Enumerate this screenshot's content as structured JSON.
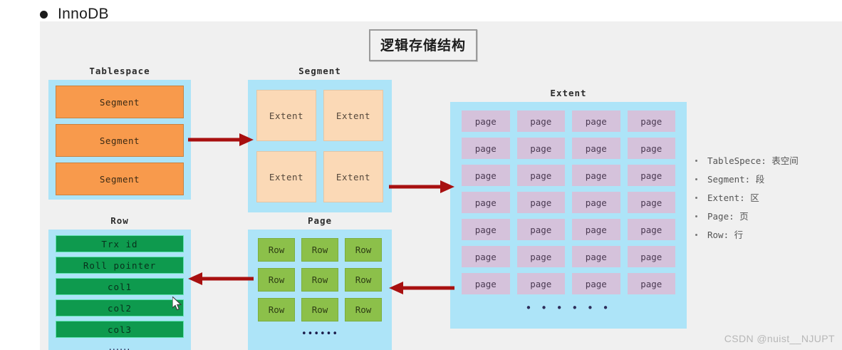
{
  "heading": {
    "bullet_icon": "bullet-dot-icon",
    "text": "InnoDB"
  },
  "diagram": {
    "title": "逻辑存储结构",
    "groups": {
      "tablespace": {
        "caption": "Tablespace",
        "items": [
          "Segment",
          "Segment",
          "Segment"
        ]
      },
      "segment": {
        "caption": "Segment",
        "items": [
          "Extent",
          "Extent",
          "Extent",
          "Extent"
        ]
      },
      "extent": {
        "caption": "Extent",
        "items": [
          "page",
          "page",
          "page",
          "page",
          "page",
          "page",
          "page",
          "page",
          "page",
          "page",
          "page",
          "page",
          "page",
          "page",
          "page",
          "page",
          "page",
          "page",
          "page",
          "page",
          "page",
          "page",
          "page",
          "page",
          "page",
          "page",
          "page",
          "page"
        ],
        "ellipsis": "• • • • • •"
      },
      "page": {
        "caption": "Page",
        "items": [
          "Row",
          "Row",
          "Row",
          "Row",
          "Row",
          "Row",
          "Row",
          "Row",
          "Row"
        ],
        "ellipsis": "••••••"
      },
      "row": {
        "caption": "Row",
        "items": [
          "Trx id",
          "Roll pointer",
          "col1",
          "col2",
          "col3"
        ],
        "ellipsis": "......"
      }
    },
    "arrows": [
      {
        "name": "arrow-tablespace-to-segment",
        "direction": "right"
      },
      {
        "name": "arrow-segment-to-extent",
        "direction": "right"
      },
      {
        "name": "arrow-extent-to-page",
        "direction": "left"
      },
      {
        "name": "arrow-page-to-row",
        "direction": "left"
      }
    ]
  },
  "legend": {
    "items": [
      "TableSpece: 表空间",
      "Segment: 段",
      "Extent: 区",
      "Page: 页",
      "Row: 行"
    ]
  },
  "watermark": "CSDN @nuist__NJUPT",
  "colors": {
    "canvas_bg": "#f0f0f0",
    "container_blue": "#ade4f8",
    "segment_orange": "#f89a4c",
    "extent_peach": "#fbd9b6",
    "page_purple": "#d5c2db",
    "row_green": "#8cc04a",
    "col_green": "#0e9a4e",
    "arrow_red": "#a81010",
    "title_border": "#9a9a9a",
    "watermark_grey": "#b7b7b7"
  }
}
